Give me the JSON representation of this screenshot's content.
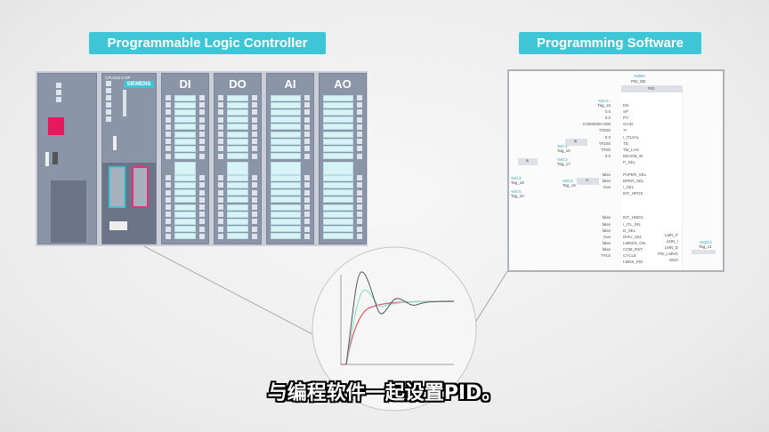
{
  "labels": {
    "plc": "Programmable Logic Controller",
    "software": "Programming Software"
  },
  "plc": {
    "brand": "SIEMENS",
    "cpu_model": "CPU315-2 DP",
    "modules": [
      {
        "name": "DI"
      },
      {
        "name": "DO"
      },
      {
        "name": "AI"
      },
      {
        "name": "AO"
      }
    ],
    "highlight_colors": {
      "reset": "#e8185f",
      "port_left": "#3fc6d6",
      "port_right": "#e8307a"
    }
  },
  "software": {
    "block_db": "%DB4",
    "block_instance": "PID_DB",
    "block_type": "PID",
    "inputs": [
      {
        "pin": "EN",
        "value": "Tag_15",
        "tag": "%I0.0"
      },
      {
        "pin": "SP",
        "value": "0.0"
      },
      {
        "pin": "PV",
        "value": "0.0"
      },
      {
        "pin": "GAIN",
        "value": "2.000000e+000"
      },
      {
        "pin": "TI",
        "value": "T#20S"
      },
      {
        "pin": "I_ITLVAL",
        "value": "0.0"
      },
      {
        "pin": "TD",
        "value": "T#10S"
      },
      {
        "pin": "TM_LAG",
        "value": "T#2S"
      },
      {
        "pin": "DEADB_W",
        "value": "0.0"
      },
      {
        "pin": "P_SEL",
        "value": ""
      },
      {
        "pin": "PVPER_SEL",
        "value": "false"
      },
      {
        "pin": "DPER_SEL",
        "value": "false"
      },
      {
        "pin": "I_SEL",
        "value": "true"
      },
      {
        "pin": "INT_HPOS",
        "value": ""
      },
      {
        "pin": "INT_HNEG",
        "value": "false"
      },
      {
        "pin": "I_ITL_ON",
        "value": "false"
      },
      {
        "pin": "D_SEL",
        "value": "false"
      },
      {
        "pin": "DISV_SEL",
        "value": "true"
      },
      {
        "pin": "LMNDS_ON",
        "value": "false"
      },
      {
        "pin": "COM_RST",
        "value": "false"
      },
      {
        "pin": "CYCLE",
        "value": "T#1S"
      },
      {
        "pin": "LMNS_PID",
        "value": ""
      }
    ],
    "outputs": [
      "LMN_P",
      "LMN_I",
      "LMN_D",
      "PID_LMNG",
      "ENO"
    ],
    "side_tags": [
      {
        "tag": "%I0.1",
        "name": "Tag_16"
      },
      {
        "tag": "%I0.2",
        "name": "Tag_17"
      },
      {
        "tag": "%I0.3",
        "name": "Tag_18"
      },
      {
        "tag": "%I0.4",
        "name": "Tag_19"
      },
      {
        "tag": "%I0.5",
        "name": "Tag_20"
      }
    ],
    "out_tag": {
      "tag": "%Q0.0",
      "name": "Tag_21"
    },
    "and_label": "&",
    "sr_label": "S"
  },
  "chart": {
    "colors": {
      "overshoot": "#555555",
      "mid": "#8fe0cf",
      "damped": "#e05a6a"
    }
  },
  "subtitle": "与编程软件一起设置PID。"
}
